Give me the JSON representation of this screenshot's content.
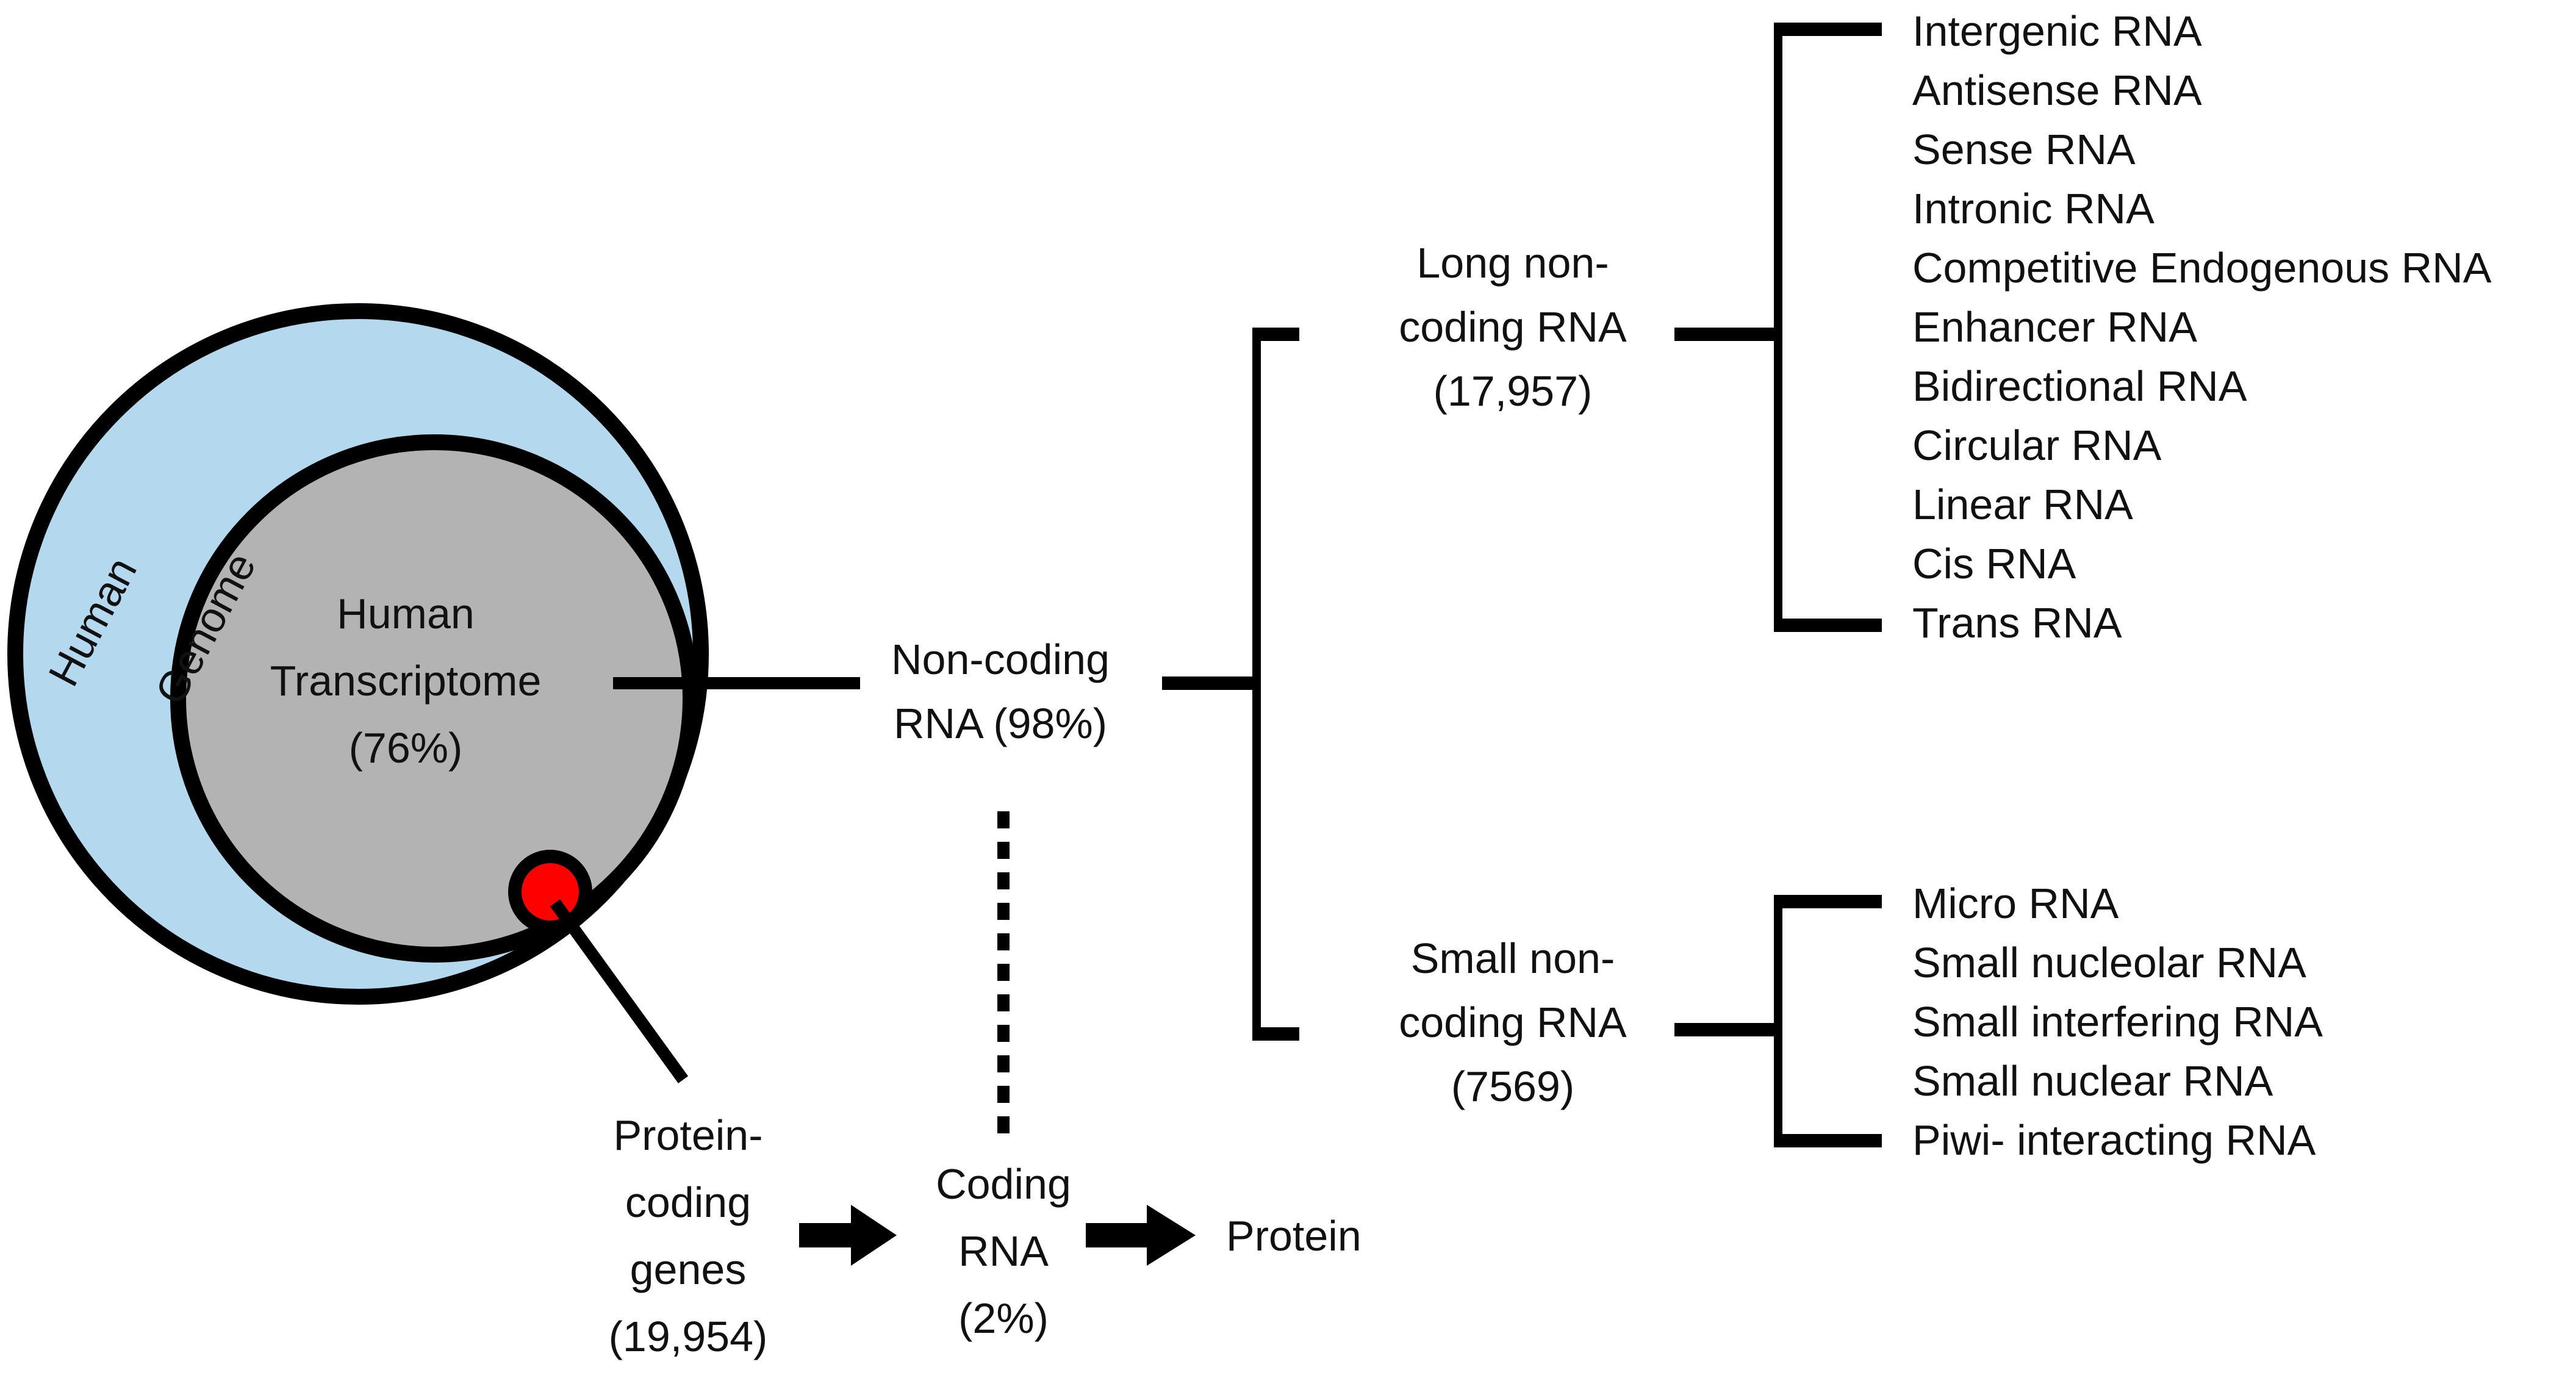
{
  "circles": {
    "genome": {
      "label_lines": [
        "Human",
        "Genome"
      ],
      "fill": "#b4d8ee"
    },
    "transcriptome": {
      "label_lines": [
        "Human",
        "Transcriptome",
        "(76%)"
      ],
      "fill": "#b3b3b3"
    },
    "protein_dot": {
      "fill": "#ff0000"
    }
  },
  "noncoding": {
    "label_lines": [
      "Non-coding",
      "RNA (98%)"
    ]
  },
  "coding": {
    "label_lines": [
      "Coding",
      "RNA",
      "(2%)"
    ]
  },
  "protein_genes": {
    "label_lines": [
      "Protein-",
      "coding",
      "genes",
      "(19,954)"
    ]
  },
  "protein": {
    "label": "Protein"
  },
  "long_ncrna": {
    "label_lines": [
      "Long non-",
      "coding RNA",
      "(17,957)"
    ],
    "items": [
      "Intergenic RNA",
      "Antisense RNA",
      "Sense RNA",
      "Intronic RNA",
      "Competitive Endogenous RNA",
      "Enhancer RNA",
      "Bidirectional RNA",
      "Circular RNA",
      "Linear RNA",
      "Cis RNA",
      "Trans RNA"
    ]
  },
  "small_ncrna": {
    "label_lines": [
      "Small non-",
      "coding RNA",
      "(7569)"
    ],
    "items": [
      "Micro RNA",
      "Small nucleolar RNA",
      "Small interfering RNA",
      "Small nuclear RNA",
      "Piwi- interacting RNA"
    ]
  }
}
